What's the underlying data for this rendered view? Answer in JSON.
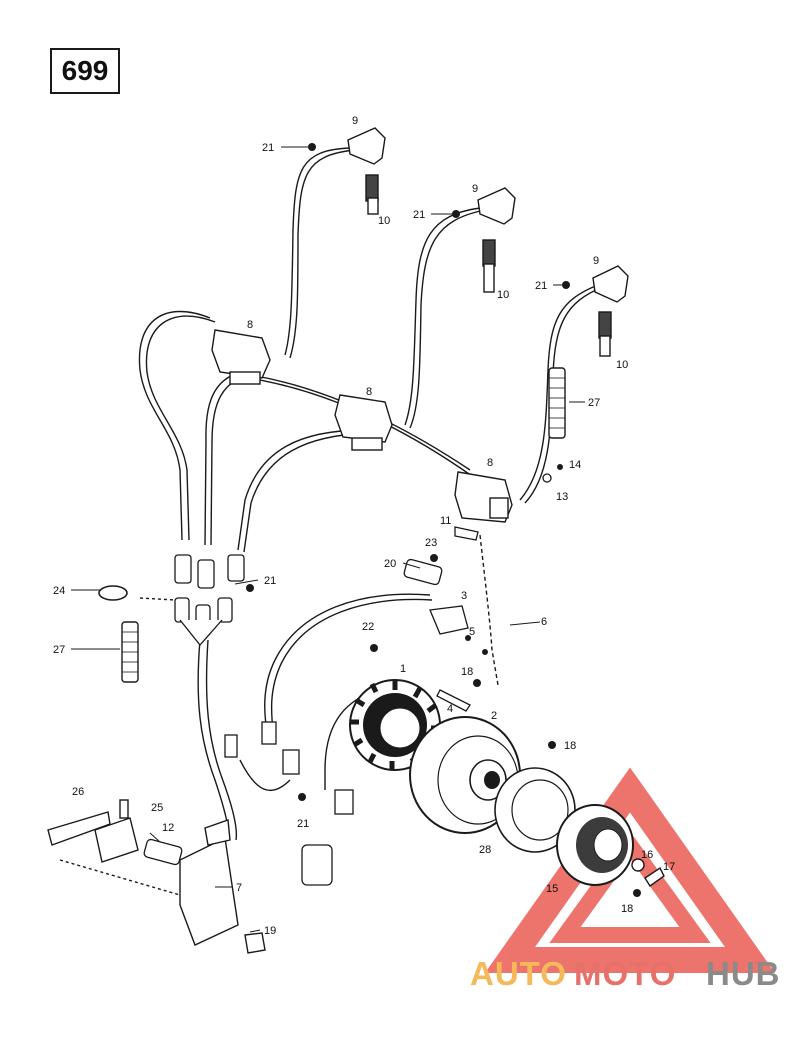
{
  "page_number": "699",
  "callouts": [
    {
      "id": "c9a",
      "text": "9"
    },
    {
      "id": "c21a",
      "text": "21"
    },
    {
      "id": "c10a",
      "text": "10"
    },
    {
      "id": "c9b",
      "text": "9"
    },
    {
      "id": "c21b",
      "text": "21"
    },
    {
      "id": "c10b",
      "text": "10"
    },
    {
      "id": "c9c",
      "text": "9"
    },
    {
      "id": "c21c",
      "text": "21"
    },
    {
      "id": "c10c",
      "text": "10"
    },
    {
      "id": "c8a",
      "text": "8"
    },
    {
      "id": "c8b",
      "text": "8"
    },
    {
      "id": "c8c",
      "text": "8"
    },
    {
      "id": "c27a",
      "text": "27"
    },
    {
      "id": "c14",
      "text": "14"
    },
    {
      "id": "c13",
      "text": "13"
    },
    {
      "id": "c11",
      "text": "11"
    },
    {
      "id": "c23",
      "text": "23"
    },
    {
      "id": "c20",
      "text": "20"
    },
    {
      "id": "c3",
      "text": "3"
    },
    {
      "id": "c5",
      "text": "5"
    },
    {
      "id": "c6",
      "text": "6"
    },
    {
      "id": "c24",
      "text": "24"
    },
    {
      "id": "c21d",
      "text": "21"
    },
    {
      "id": "c27b",
      "text": "27"
    },
    {
      "id": "c22",
      "text": "22"
    },
    {
      "id": "c1",
      "text": "1"
    },
    {
      "id": "c18a",
      "text": "18"
    },
    {
      "id": "c4",
      "text": "4"
    },
    {
      "id": "c2",
      "text": "2"
    },
    {
      "id": "c18b",
      "text": "18"
    },
    {
      "id": "c26",
      "text": "26"
    },
    {
      "id": "c25",
      "text": "25"
    },
    {
      "id": "c12",
      "text": "12"
    },
    {
      "id": "c21e",
      "text": "21"
    },
    {
      "id": "c7",
      "text": "7"
    },
    {
      "id": "c19",
      "text": "19"
    },
    {
      "id": "c28",
      "text": "28"
    },
    {
      "id": "c16",
      "text": "16"
    },
    {
      "id": "c17",
      "text": "17"
    },
    {
      "id": "c15",
      "text": "15"
    },
    {
      "id": "c18c",
      "text": "18"
    }
  ],
  "watermark": {
    "word1": "AUTO",
    "word2": "MOTO",
    "word3": "HUB",
    "color_orange": "#f5b95a",
    "color_red": "#e8706a",
    "color_gray": "#8a8a8a",
    "triangle_color": "#e8463c"
  }
}
